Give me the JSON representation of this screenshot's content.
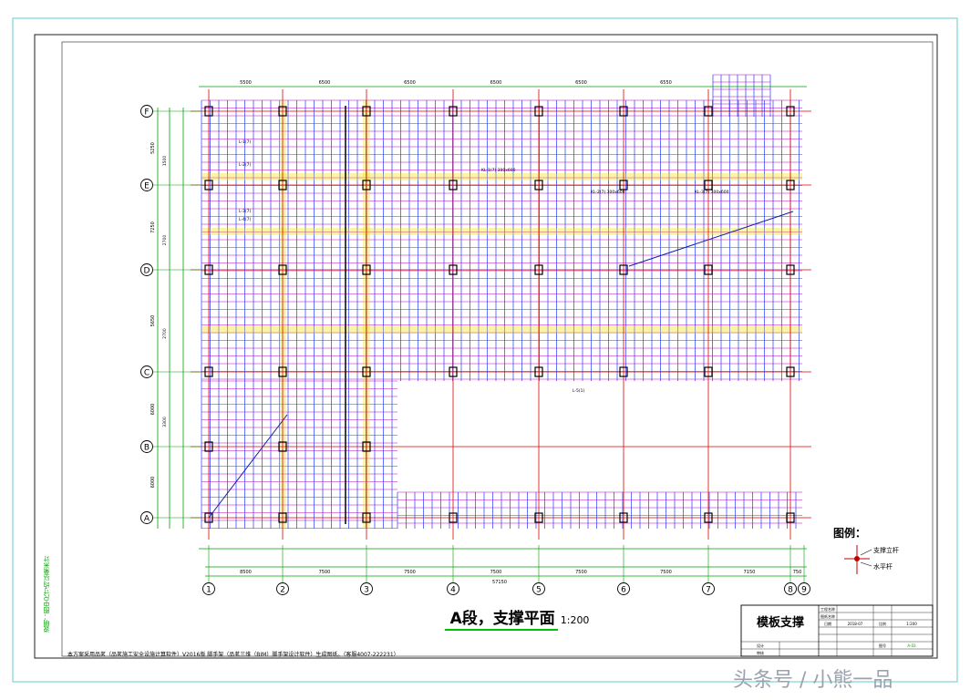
{
  "colors": {
    "frame": "#222222",
    "cyan_border": "#66cccc",
    "grid_blue": "#1e3cff",
    "grid_magenta": "#c000c0",
    "axis_red": "#e00000",
    "dim_green": "#00a000",
    "beam_yellow": "#f0e000"
  },
  "drawing": {
    "title": "A段，支撑平面",
    "scale": "1:200",
    "row_axes": [
      "F",
      "E",
      "D",
      "C",
      "B",
      "A"
    ],
    "col_axes": [
      "1",
      "2",
      "3",
      "4",
      "5",
      "6",
      "7",
      "8",
      "9"
    ],
    "bottom_dims": [
      "8500",
      "7500",
      "7500",
      "7500",
      "7500",
      "7500",
      "7150",
      "750"
    ],
    "bottom_total": "57150",
    "top_dims": [
      "5500",
      "6500",
      "6500",
      "6500",
      "6500",
      "6550"
    ],
    "left_dims": [
      "5250",
      "7250",
      "5650",
      "6000",
      "6000"
    ],
    "left_sub_dims": [
      "1500",
      "2700",
      "2700",
      "3300"
    ],
    "beam_labels": [
      "L-1(7)",
      "L-2(7)",
      "L-3(7)",
      "L-4(7)",
      "KL-1(7) 300x600",
      "KL-2(7) 300x600",
      "KL-3(7) 300x600",
      "L-5(1)"
    ]
  },
  "legend": {
    "title": "图例：",
    "item_pole": "支撑立杆",
    "item_bar": "水平杆"
  },
  "title_block": {
    "main": "模板支撑",
    "row1": "工程名称",
    "row2": "图纸名称",
    "row3": "日期",
    "date": "2018-07",
    "scale_label": "比例",
    "scale": "1:200",
    "sheet_label": "图号",
    "sheet": "A-03",
    "designer": "设计",
    "checker": "审核"
  },
  "footnote": "本方案采用品茗（品茗施工安全设施计算软件）V2016版 脚手架（品茗三维（BIM）脚手架设计软件）生成图纸。（客服4007-222231）",
  "vertical_note": "说明：图中尺寸均以毫米计",
  "watermark": "头条号 / 小熊一品"
}
